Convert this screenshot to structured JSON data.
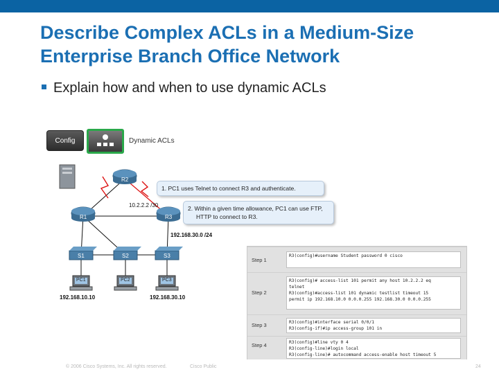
{
  "slide": {
    "title_line1": "Describe Complex ACLs in a Medium-Size",
    "title_line2": "Enterprise Branch Office Network",
    "bullet": "Explain how and when to use dynamic ACLs",
    "page_number": "24"
  },
  "toolbar": {
    "config_label": "Config",
    "dynamic_acls_label": "Dynamic ACLs"
  },
  "topology": {
    "r1": "R1",
    "r2": "R2",
    "r3": "R3",
    "s1": "S1",
    "s2": "S2",
    "s3": "S3",
    "pc1": "PC1",
    "pc2": "PC2",
    "pc3": "PC3",
    "link_r1_r3": "10.2.2.2 /30",
    "lan_r3": "192.168.30.0 /24",
    "pc_left_ip": "192.168.10.10",
    "pc_right_ip": "192.168.30.10"
  },
  "callouts": {
    "one": "1. PC1 uses Telnet to connect R3 and authenticate.",
    "two_line1": "2. Within a given time allowance, PC1 can use FTP,",
    "two_line2": "HTTP to connect to R3."
  },
  "steps": [
    {
      "label": "Step 1",
      "code": "R3(config)#username Student password 0 cisco"
    },
    {
      "label": "Step 2",
      "code": "R3(config)# access-list 101 permit any host 10.2.2.2 eq\ntelnet\nR3(config)#access-list 101 dynamic testlist timeout 15\npermit ip 192.168.10.0 0.0.0.255 192.168.30.0 0.0.0.255"
    },
    {
      "label": "Step 3",
      "code": "R3(config)#interface serial 0/0/1\nR3(config-if)#ip access-group 101 in"
    },
    {
      "label": "Step 4",
      "code": "R3(config)#line vty 0 4\nR3(config-line)#login local\nR3(config-line)# autocommand access-enable host timeout 5"
    }
  ],
  "footer": {
    "copyright": "© 2006 Cisco Systems, Inc. All rights reserved.",
    "classification": "Cisco Public"
  },
  "colors": {
    "brand_blue": "#1b6fb3",
    "top_bar": "#0b63a3",
    "device_blue": "#4a7fa8",
    "dynamic_highlight": "#2aa84a"
  }
}
